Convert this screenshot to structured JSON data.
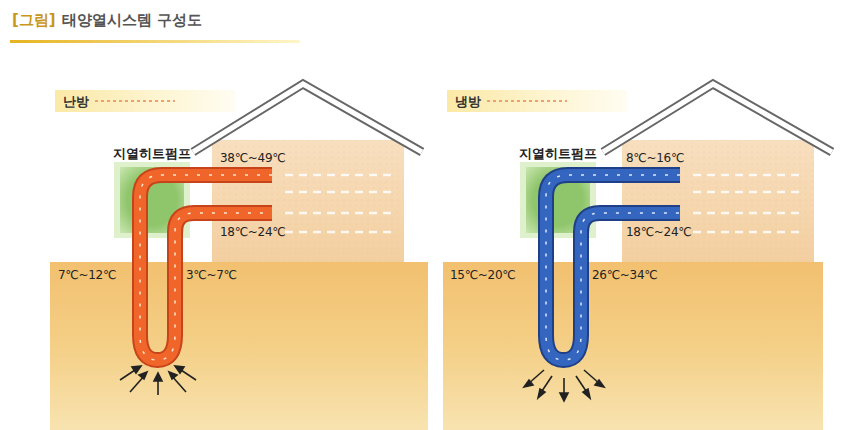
{
  "diagram": {
    "title": "태양열시스템 구성도",
    "nodes": [
      {
        "text": [
          "난방"
        ]
      },
      {
        "text": [
          "지열히트펌프"
        ]
      },
      {
        "text": [
          "냉방"
        ]
      },
      {
        "text": [
          "지열히트펌프"
        ]
      }
    ],
    "labels": [
      "[그림]",
      "38℃~49℃",
      "18℃~24℃",
      "7℃~12℃",
      "3℃~7℃",
      "8℃~16℃",
      "18℃~24℃",
      "15℃~20℃",
      "26℃~34℃"
    ]
  }
}
